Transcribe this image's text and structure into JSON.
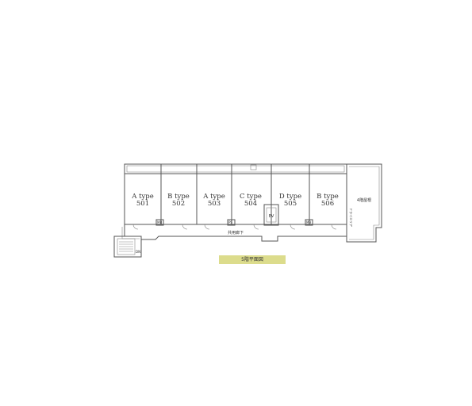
{
  "floor_label": "5階平面図",
  "units": [
    {
      "type": "A type",
      "number": "501"
    },
    {
      "type": "B type",
      "number": "502"
    },
    {
      "type": "A type",
      "number": "503"
    },
    {
      "type": "C type",
      "number": "504"
    },
    {
      "type": "D type",
      "number": "505"
    },
    {
      "type": "B type",
      "number": "506"
    }
  ],
  "labels": {
    "elevator": "EV",
    "corridor": "共用廊下",
    "roof": "4階屋根",
    "mb": "MB",
    "ps": "PS",
    "dn": "DN",
    "dryarea": "ドライエリア"
  },
  "colors": {
    "label_bg": "#dcdc8c",
    "wall": "#555555"
  }
}
